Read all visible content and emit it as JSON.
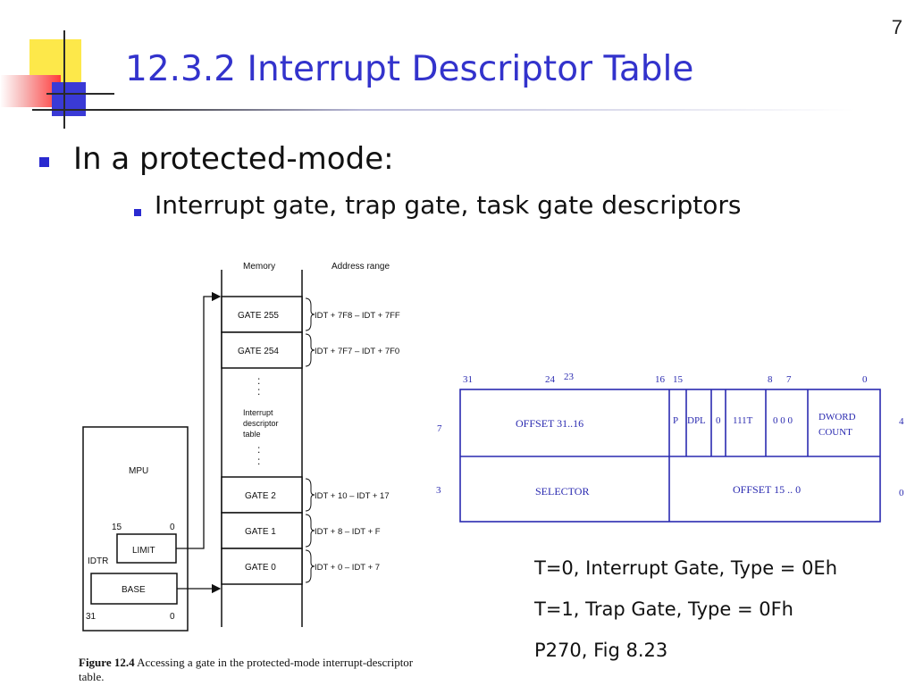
{
  "slide": {
    "page_number": "7",
    "title": "12.3.2 Interrupt Descriptor Table",
    "bullet_1": "In a protected-mode:",
    "bullet_2": "Interrupt gate, trap gate, task gate descriptors"
  },
  "figure": {
    "header_memory": "Memory",
    "header_address": "Address range",
    "gates": [
      {
        "label": "GATE 255",
        "range": "IDT + 7F8 – IDT + 7FF"
      },
      {
        "label": "GATE 254",
        "range": "IDT + 7F7 – IDT + 7F0"
      },
      {
        "label": "GATE 2",
        "range": "IDT + 10 – IDT + 17"
      },
      {
        "label": "GATE 1",
        "range": "IDT + 8 – IDT + F"
      },
      {
        "label": "GATE 0",
        "range": "IDT + 0 – IDT + 7"
      }
    ],
    "idt_label_lines": [
      "Interrupt",
      "descriptor",
      "table"
    ],
    "mpu_label": "MPU",
    "idtr_label": "IDTR",
    "limit_label": "LIMIT",
    "base_label": "BASE",
    "bit_15": "15",
    "bit_0_top": "0",
    "bit_31": "31",
    "bit_0_bottom": "0",
    "caption_label": "Figure 12.4",
    "caption_text": "Accessing a gate in the protected-mode interrupt-descriptor table."
  },
  "descriptor": {
    "bit_labels": [
      "31",
      "24",
      "23",
      "16",
      "15",
      "8",
      "7",
      "0"
    ],
    "row_label_left_top": "7",
    "row_label_left_bottom": "3",
    "row_label_right_top": "4",
    "row_label_right_bottom": "0",
    "offset_high": "OFFSET  31..16",
    "p": "P",
    "dpl": "DPL",
    "zero": "0",
    "type": "111T",
    "zeros": "0 0 0",
    "dword_count_lines": [
      "DWORD",
      "COUNT"
    ],
    "selector": "SELECTOR",
    "offset_low": "OFFSET 15 .. 0"
  },
  "notes": [
    "T=0, Interrupt Gate, Type = 0Eh",
    "T=1, Trap Gate, Type = 0Fh",
    "P270, Fig 8.23"
  ],
  "colors": {
    "title": "#3333cc",
    "bullet": "#2a2ad0",
    "descriptor": "#2a2ab0"
  }
}
